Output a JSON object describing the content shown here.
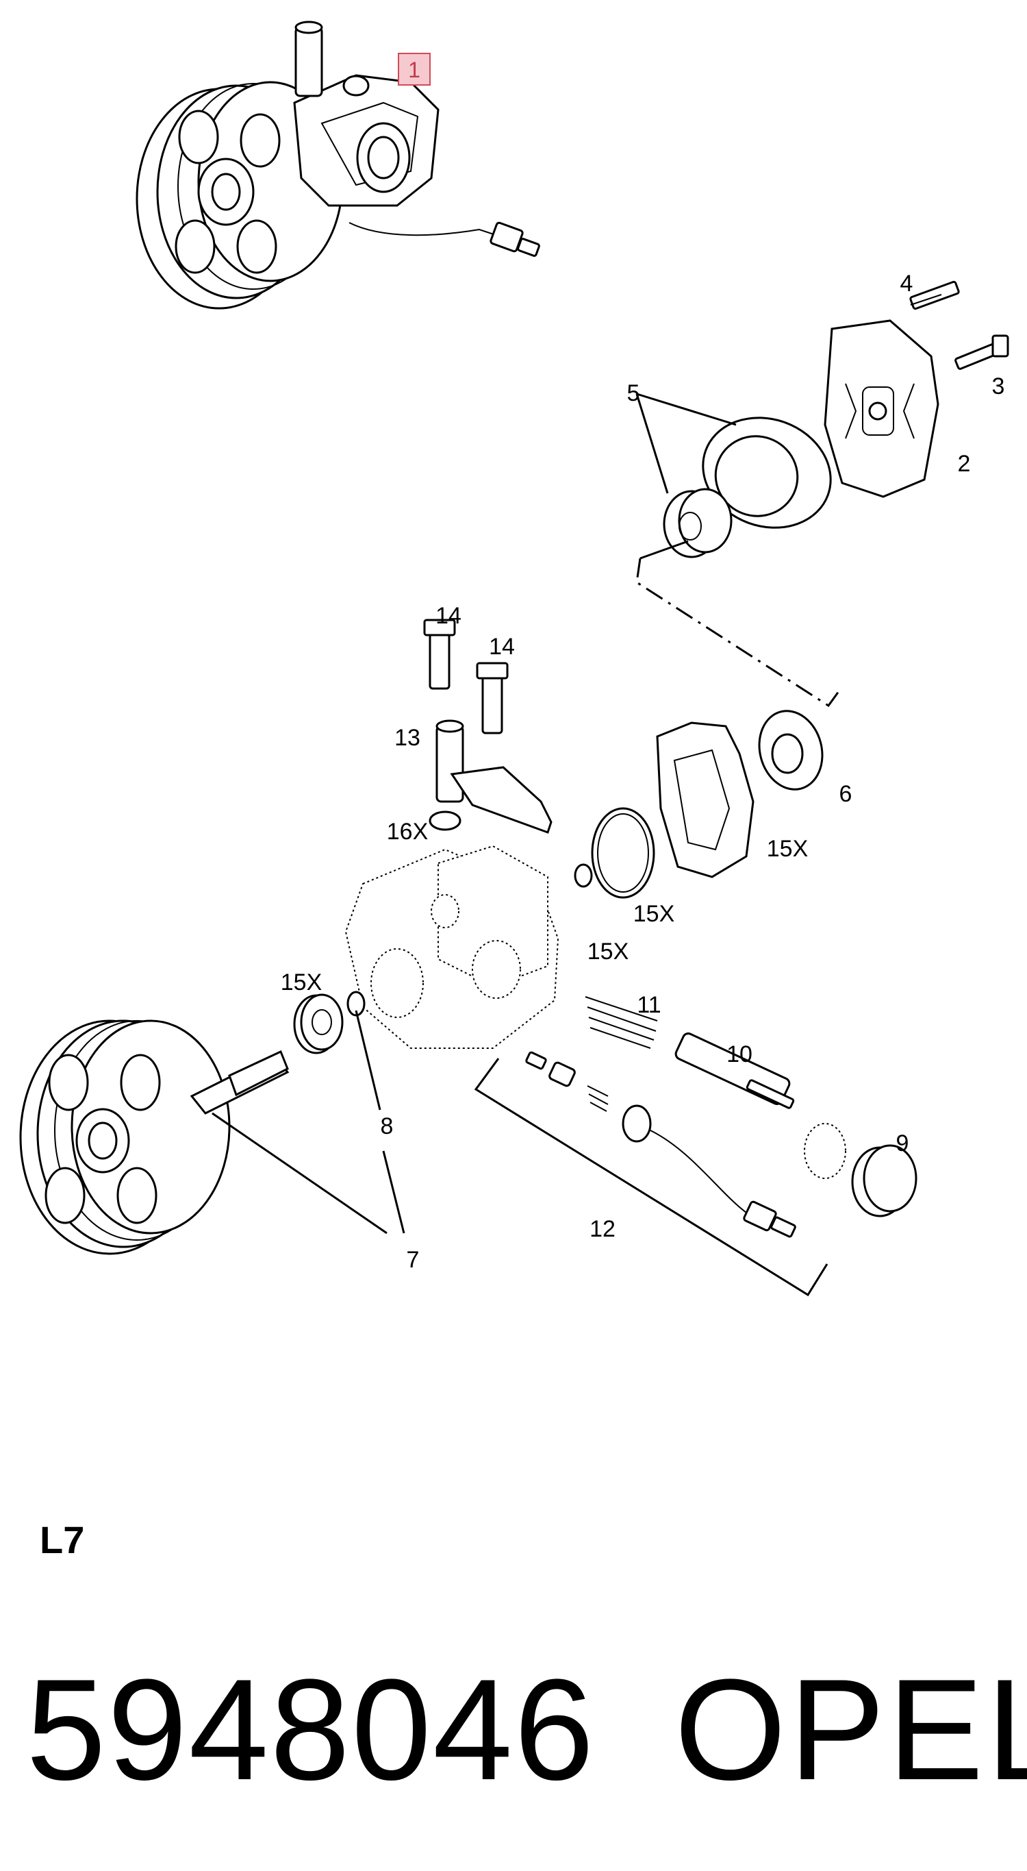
{
  "diagram": {
    "callouts": {
      "c1": "1",
      "c2": "2",
      "c3": "3",
      "c4": "4",
      "c5": "5",
      "c6": "6",
      "c7": "7",
      "c8": "8",
      "c9": "9",
      "c10": "10",
      "c11": "11",
      "c12": "12",
      "c13": "13",
      "c14a": "14",
      "c14b": "14",
      "c15x_a": "15X",
      "c15x_b": "15X",
      "c15x_c": "15X",
      "c15x_d": "15X",
      "c16x": "16X"
    },
    "highlighted_callout": "1",
    "highlight_colors": {
      "fill": "#f6c9cf",
      "stroke": "#d24a5a",
      "text": "#c23a4a"
    }
  },
  "footer": {
    "diagram_code": "L7",
    "part_number": "5948046",
    "brand": "OPEL"
  }
}
